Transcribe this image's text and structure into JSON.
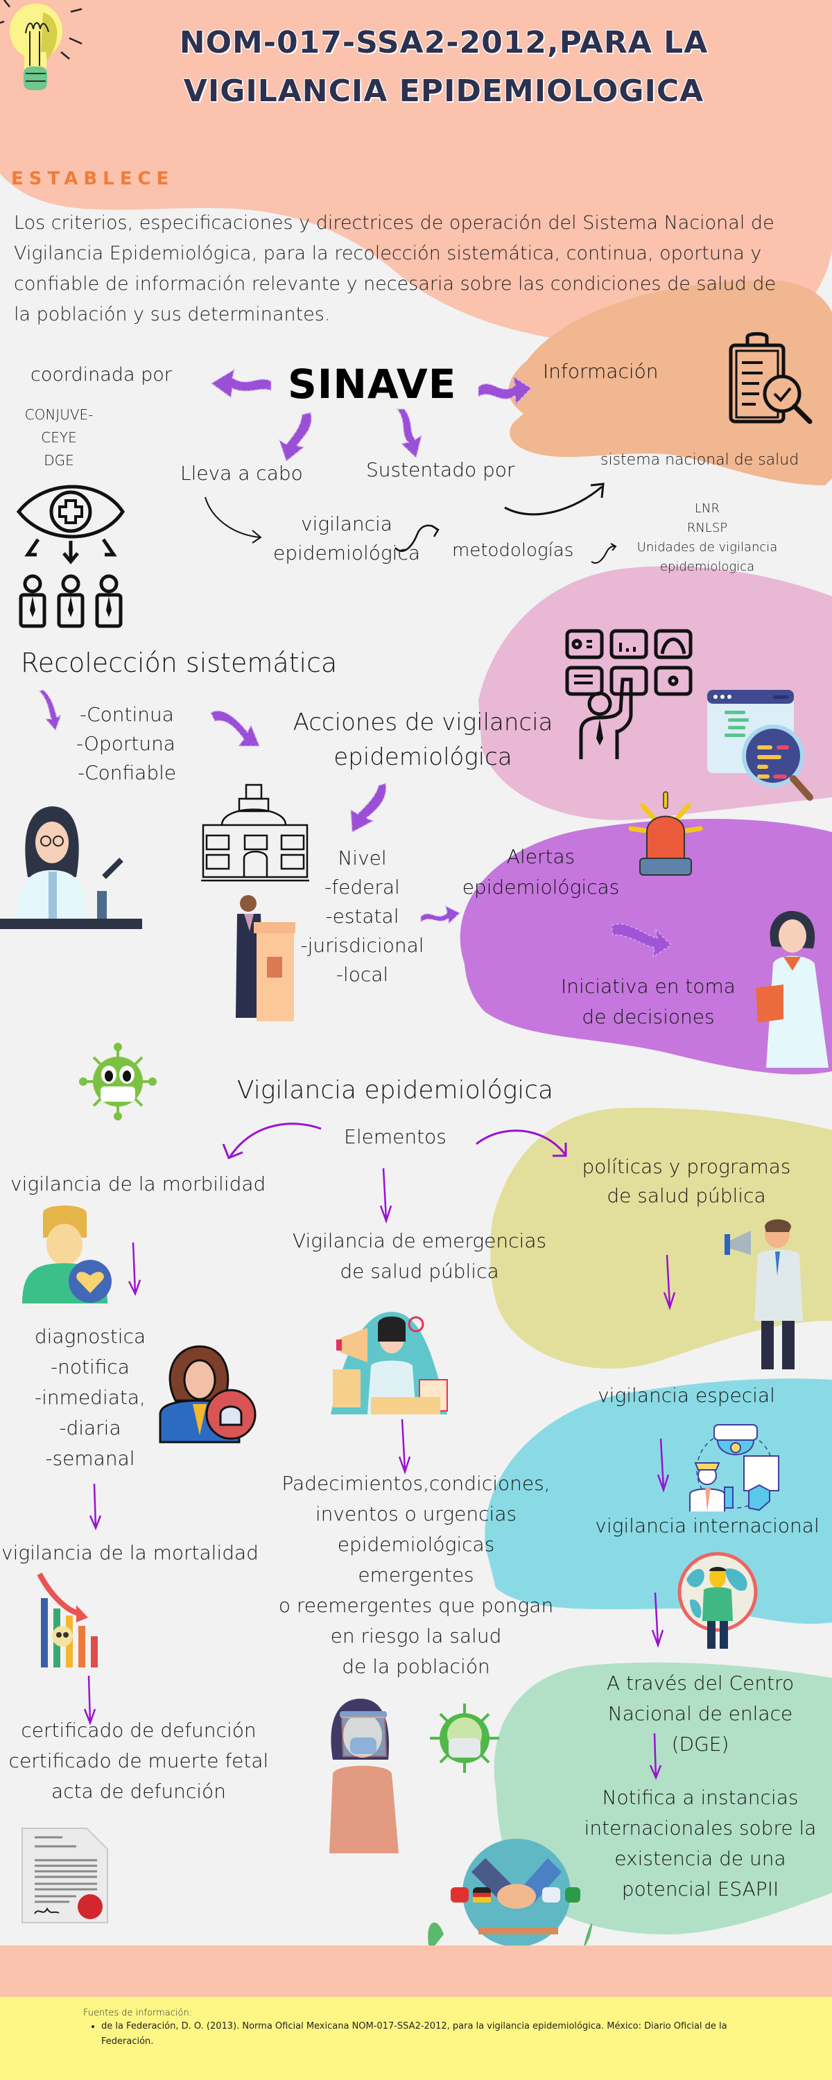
{
  "header": {
    "title_line1": "NOM-017-SSA2-2012,PARA LA",
    "title_line2": "VIGILANCIA EPIDEMIOLOGICA",
    "establece_label": "ESTABLECE",
    "intro_text": "Los criterios, especificaciones y directrices de operación del   Sistema Nacional de Vigilancia Epidemiológica, para la recolección sistemática, continua, oportuna y confiable   de información relevante y necesaria sobre las condiciones de salud de la población y sus determinantes."
  },
  "sinave": {
    "center_label": "SINAVE",
    "coordinada_por": "coordinada por",
    "coordinators": [
      "CONJUVE-",
      "CEYE",
      "DGE"
    ],
    "lleva_a_cabo": "Lleva a cabo",
    "sustentado_por": "Sustentado por",
    "informacion": "Información",
    "sistema_nacional": "sistema nacional de salud",
    "vigilancia_line1": "vigilancia",
    "vigilancia_line2": "epidemiológica",
    "metodologias": "metodologías",
    "units": [
      "LNR",
      "RNLSP",
      "Unidades de vigilancia",
      "epidemiologica"
    ]
  },
  "recoleccion": {
    "heading": "Recolección sistemática",
    "items": [
      "-Continua",
      "-Oportuna",
      "-Confiable"
    ],
    "acciones_line1": "Acciones de vigilancia",
    "acciones_line2": "epidemiológica",
    "nivel_label": "Nivel",
    "niveles": [
      "-federal",
      "-estatal",
      "-jurisdicional",
      "-local"
    ],
    "alertas_line1": "Alertas",
    "alertas_line2": "epidemiológicas",
    "iniciativa_line1": "Iniciativa en toma",
    "iniciativa_line2": "de decisiones"
  },
  "vigilancia": {
    "heading": "Vigilancia epidemiológica",
    "elementos": "Elementos",
    "morbilidad": "vigilancia de la morbilidad",
    "morbilidad_items": [
      "diagnostica",
      "-notifica",
      "-inmediata,",
      "-diaria",
      "-semanal"
    ],
    "mortalidad": "vigilancia de la mortalidad",
    "mortalidad_items": [
      "certificado de defunción",
      "certificado de muerte fetal",
      "acta de defunción"
    ],
    "emergencias_line1": "Vigilancia de emergencias",
    "emergencias_line2": "de salud pública",
    "padecimientos": [
      "Padecimientos,condiciones,",
      "inventos o urgencias",
      "epidemiológicas",
      "emergentes",
      "o reemergentes que pongan",
      "en riesgo la salud",
      "de la población"
    ],
    "politicas_line1": "políticas y programas",
    "politicas_line2": "de salud pública",
    "especial": "vigilancia especial",
    "internacional": "vigilancia internacional",
    "centro": [
      "A través del Centro",
      "Nacional de enlace",
      "(DGE)"
    ],
    "notifica": [
      "Notifica a instancias",
      "internacionales sobre la",
      "existencia de una",
      "potencial ESAPII"
    ]
  },
  "footer": {
    "sources_label": "Fuentes de información:",
    "sources": [
      "de la Federación, D. O. (2013). Norma Oficial Mexicana NOM-017-SSA2-2012, para la vigilancia epidemiológica. México: Diario Oficial de la Federación."
    ]
  },
  "colors": {
    "background": "#f2f2f2",
    "peach_blob": "#fbc2ad",
    "orange_blob": "#f0b791",
    "pink_blob": "#e9b8d5",
    "purple_blob": "#c577dd",
    "olive_blob": "#e2df9c",
    "cyan_blob": "#8adae5",
    "mint_blob": "#b1e0c7",
    "title_navy": "#2d3150",
    "establece_orange": "#f07d3a",
    "arrow_purple": "#9b4fd6",
    "thin_arrow_purple": "#9a12d0",
    "footer_yellow": "#fff785"
  }
}
